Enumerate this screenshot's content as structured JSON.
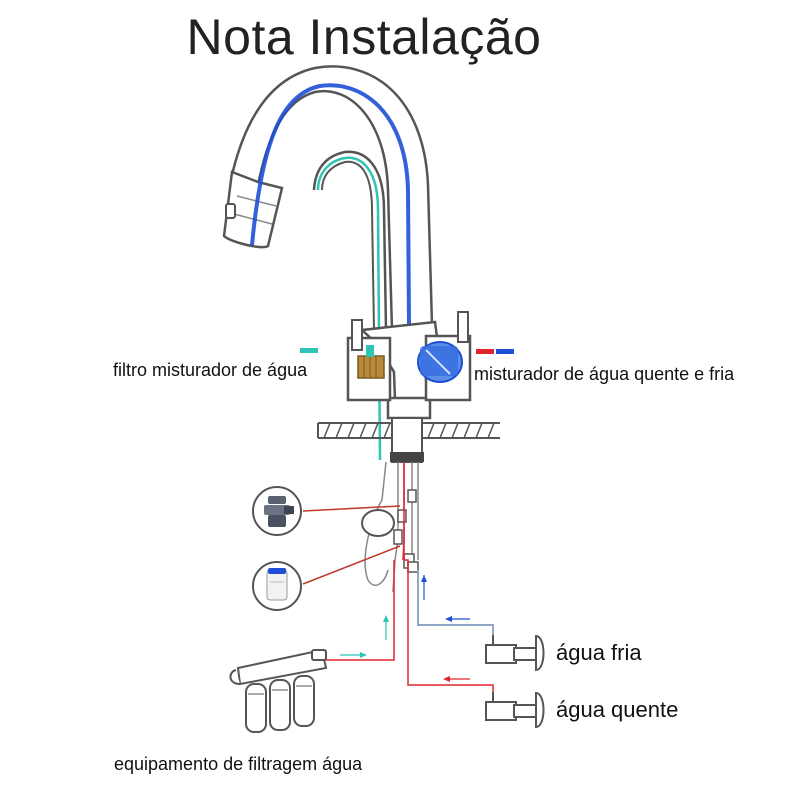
{
  "title": "Nota Instalação",
  "labels": {
    "filter_mixer": "filtro misturador de água",
    "hot_cold_mixer": "misturador de água quente e fria",
    "cold_water": "água fria",
    "hot_water": "água quente",
    "filter_equipment": "equipamento de filtragem água"
  },
  "colors": {
    "line": "#555555",
    "filtered_water": "#2ec4b6",
    "cold_water": "#1e4fd6",
    "hot_water": "#e0262b",
    "connector_line": "#c0392b"
  },
  "legend_swatches": {
    "filter_mixer": [
      "#2ec4b6"
    ],
    "hot_cold_mixer": [
      "#e0262b",
      "#1e4fd6"
    ]
  }
}
